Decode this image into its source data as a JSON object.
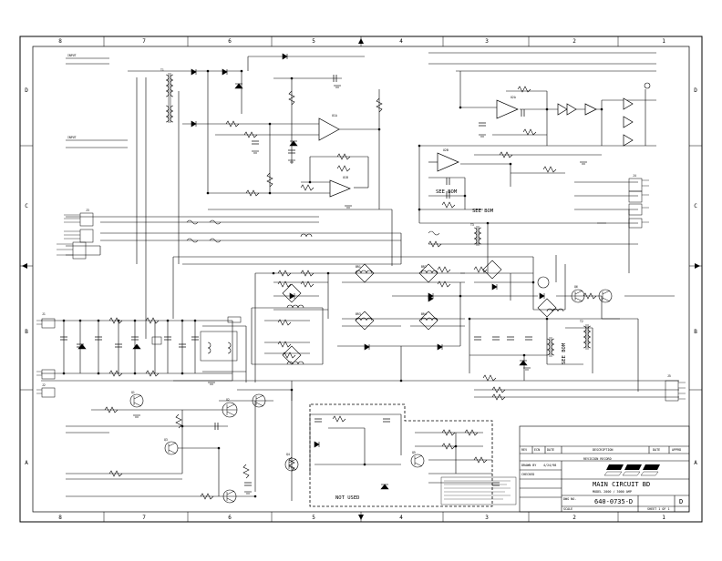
{
  "zones": {
    "columns": [
      "8",
      "7",
      "6",
      "5",
      "4",
      "3",
      "2",
      "1"
    ],
    "rows": [
      "D",
      "C",
      "B",
      "A"
    ]
  },
  "labels": {
    "see_bom_1": "SEE BOM",
    "see_bom_2": "SEE BOM",
    "see_bom_3": "SEE BOM",
    "not_used": "NOT USED"
  },
  "title_block": {
    "revisions_header": "REVISION RECORD",
    "rev_columns": [
      "REV",
      "ECN",
      "DATE",
      "DESCRIPTION",
      "DATE",
      "APPRD"
    ],
    "drawn_by": "DRAWN BY",
    "checked_by": "CHECKED",
    "drawn_date": "4/24/98",
    "title": "MAIN CIRCUIT BD",
    "subtitle": "MODEL 2000 / 3000 AMP",
    "part_label": "DWG NO.",
    "part_number": "640-0735-D",
    "scale": "SCALE",
    "sheet": "SHEET 1 OF 1",
    "size": "D"
  },
  "colors": {
    "line": "#000000",
    "background": "#ffffff"
  }
}
